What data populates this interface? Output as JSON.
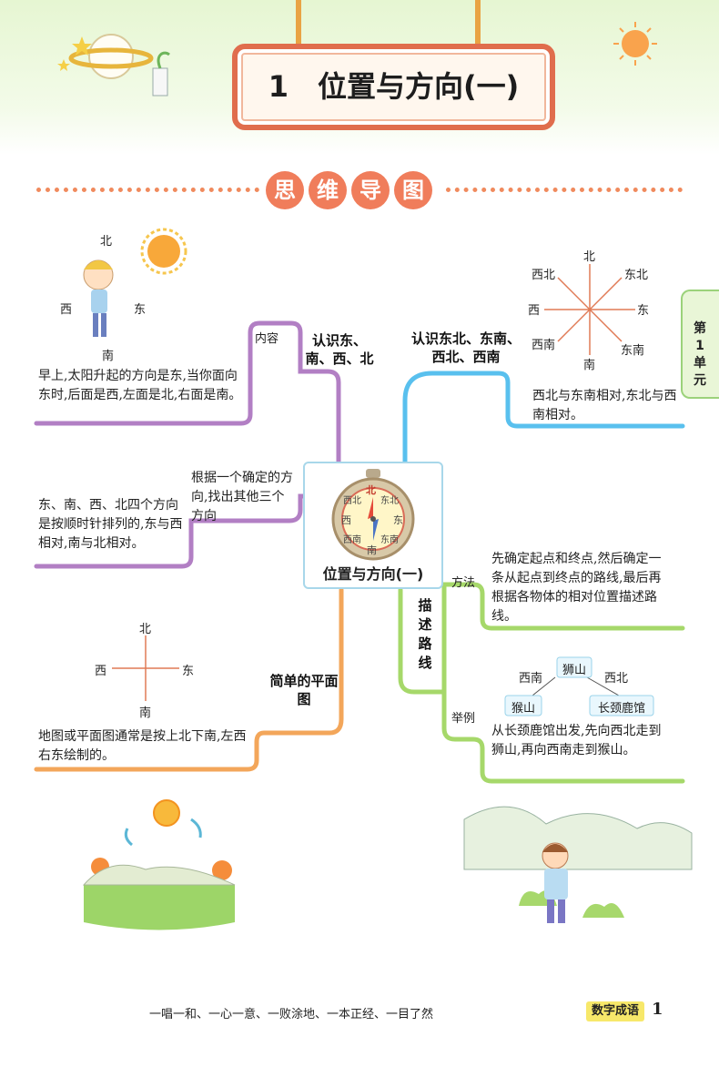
{
  "title": "1　位置与方向(一)",
  "banner": [
    "思",
    "维",
    "导",
    "图"
  ],
  "side_tab": {
    "line1": "第",
    "line2": "1",
    "line3": "单",
    "line4": "元"
  },
  "center": {
    "label": "位置与方向(一)"
  },
  "compass_letters": {
    "n": "北",
    "e": "东",
    "s": "南",
    "w": "西",
    "ne": "东北",
    "nw": "西北",
    "se": "东南",
    "sw": "西南"
  },
  "branch_recognize_4": {
    "title": "认识东、南、西、北",
    "sub_content": "内容",
    "content": "早上,太阳升起的方向是东,当你面向东时,后面是西,左面是北,右面是南。",
    "sub_method": "根据一个确定的方向,找出其他三个方向",
    "method_detail": "东、南、西、北四个方向是按顺时针排列的,东与西相对,南与北相对。",
    "picture_dirs": {
      "n": "北",
      "w": "西",
      "e": "东",
      "s": "南"
    }
  },
  "branch_recognize_8": {
    "title": "认识东北、东南、西北、西南",
    "content": "西北与东南相对,东北与西南相对。",
    "rose": {
      "n": "北",
      "ne": "东北",
      "e": "东",
      "se": "东南",
      "s": "南",
      "sw": "西南",
      "w": "西",
      "nw": "西北"
    }
  },
  "branch_plan": {
    "title": "简单的平面图",
    "content": "地图或平面图通常是按上北下南,左西右东绘制的。",
    "cross": {
      "n": "北",
      "w": "西",
      "e": "东",
      "s": "南"
    }
  },
  "branch_route": {
    "title": "描述路线",
    "sub_method": "方法",
    "method": "先确定起点和终点,然后确定一条从起点到终点的路线,最后再根据各物体的相对位置描述路线。",
    "sub_example": "举例",
    "example": "从长颈鹿馆出发,先向西北走到狮山,再向西南走到猴山。",
    "map": {
      "lion": "狮山",
      "monkey": "猴山",
      "giraffe": "长颈鹿馆",
      "sw": "西南",
      "nw": "西北"
    }
  },
  "footer": {
    "idioms": "一唱一和、一心一意、一败涂地、一本正经、一目了然",
    "badge": "数字成语",
    "page": "1"
  }
}
